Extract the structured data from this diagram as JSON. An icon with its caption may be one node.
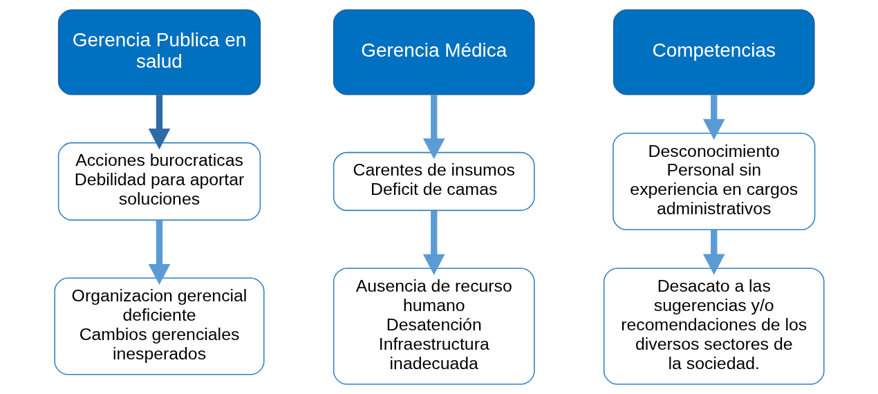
{
  "diagram": {
    "nodes": [
      {
        "text": [
          "Gerencia Publica en salud"
        ]
      },
      {
        "text": [
          "Acciones burocraticas",
          "Debilidad para aportar soluciones"
        ]
      },
      {
        "text": [
          "Organizacion gerencial deficiente",
          "Cambios gerenciales inesperados"
        ]
      },
      {
        "text": [
          "Gerencia Médica"
        ]
      },
      {
        "text": [
          "Carentes de insumos",
          "Deficit de camas"
        ]
      },
      {
        "text": [
          "Ausencia de recurso humano",
          "Desatención",
          "Infraestructura inadecuada"
        ]
      },
      {
        "text": [
          "Competencias"
        ]
      },
      {
        "text": [
          "Desconocimiento",
          "Personal sin experiencia en cargos administrativos"
        ]
      },
      {
        "text": [
          "Desacato a las sugerencias y/o recomendaciones de los diversos sectores de la sociedad."
        ]
      }
    ],
    "edges": [
      {
        "from": 0,
        "to": 1,
        "arrow": "to",
        "color": "#2e6aa8"
      },
      {
        "from": 1,
        "to": 2,
        "arrow": "to"
      },
      {
        "from": 3,
        "to": 4,
        "arrow": "to"
      },
      {
        "from": 4,
        "to": 5,
        "arrow": "to"
      },
      {
        "from": 6,
        "to": 7,
        "arrow": "to"
      },
      {
        "from": 7,
        "to": 8,
        "arrow": "to"
      }
    ]
  }
}
